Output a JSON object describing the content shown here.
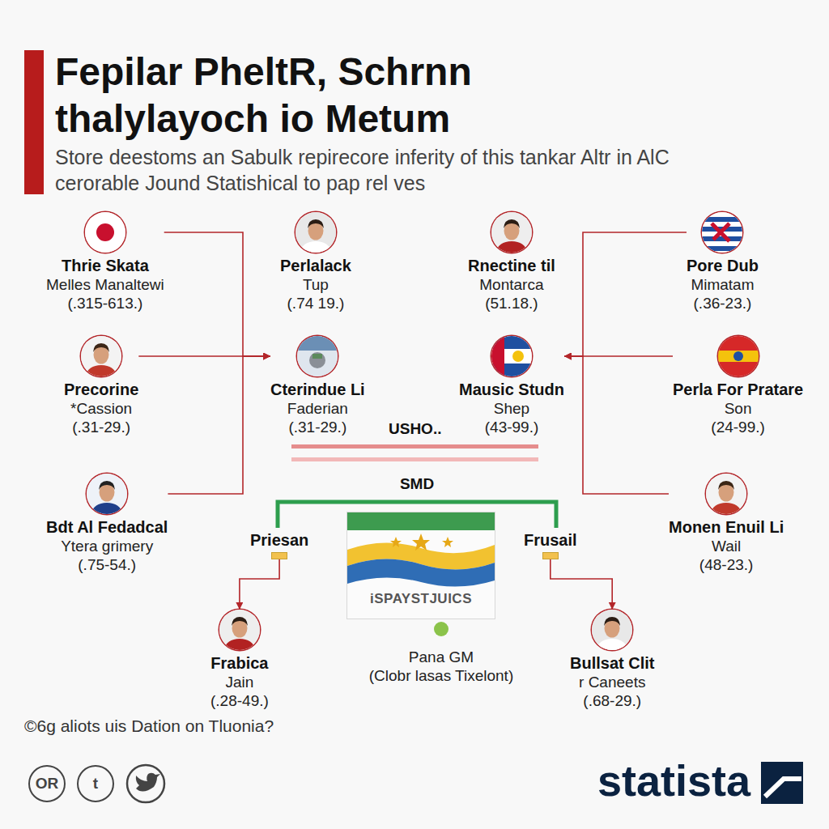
{
  "diagram": {
    "title": "Fepilar PheltR, Schrnn thalylayoch io Metum",
    "caption": "©6g aliots uis Dation on Tluonia?",
    "nodes": [
      {
        "text": [
          "Thrie Skata",
          "Melles Manaltewi",
          "(.315-613.)"
        ]
      },
      {
        "text": [
          "Perlalack",
          "Tup",
          "(.74 19.)"
        ]
      },
      {
        "text": [
          "Rnectine til",
          "Montarca",
          "(51.18.)"
        ]
      },
      {
        "text": [
          "Pore Dub",
          "Mimatam",
          "(.36-23.)"
        ]
      },
      {
        "text": [
          "Precorine",
          "*Cassion",
          "(.31-29.)"
        ]
      },
      {
        "text": [
          "Cterindue Li",
          "Faderian",
          "(.31-29.)"
        ]
      },
      {
        "text": [
          "Mausic Studn",
          "Shep",
          "(43-99.)"
        ]
      },
      {
        "text": [
          "Perla For Pratare",
          "Son",
          "(24-99.)"
        ]
      },
      {
        "text": [
          "Bdt Al Fedadcal",
          "Ytera grimery",
          "(.75-54.)"
        ]
      },
      {
        "text": [
          "Priesan"
        ]
      },
      {
        "text": [
          "Frusail"
        ]
      },
      {
        "text": [
          "Monen Enuil Li",
          "Wail",
          "(48-23.)"
        ]
      },
      {
        "text": [
          "Frabica",
          "Jain",
          "(.28-49.)"
        ]
      },
      {
        "text": [
          "Bullsat Clit",
          "r Caneets",
          "(.68-29.)"
        ]
      },
      {
        "text": [
          "iSPAYSTJUICS"
        ]
      },
      {
        "text": [
          "OR"
        ]
      },
      {
        "text": [
          "t"
        ]
      }
    ],
    "edges": [
      {
        "from": 0,
        "to": 5,
        "arrow": "to"
      },
      {
        "from": 4,
        "to": 5,
        "arrow": "to"
      },
      {
        "from": 8,
        "to": 5,
        "arrow": "to"
      },
      {
        "from": 3,
        "to": 6,
        "arrow": "to"
      },
      {
        "from": 7,
        "to": 6,
        "arrow": "to"
      },
      {
        "from": 11,
        "to": 6,
        "arrow": "to"
      },
      {
        "from": 9,
        "to": 12,
        "arrow": "to"
      },
      {
        "from": 10,
        "to": 13,
        "arrow": "to"
      }
    ],
    "labels": [
      "Store deestoms an Sabulk repirecore inferity of this tankar Altr in AlC cerorable Jound Statishical to pap rel ves",
      "USHO..",
      "SMD",
      "Pana GM",
      "(Clobr lasas Tixelont)",
      "statista"
    ]
  }
}
